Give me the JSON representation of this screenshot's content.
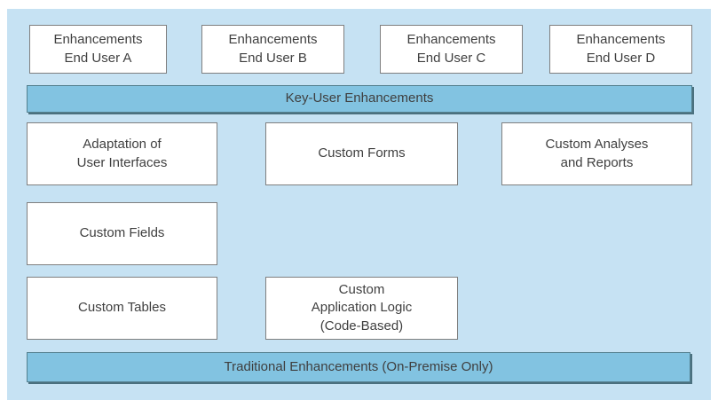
{
  "colors": {
    "page_background": "#ffffff",
    "panel_background": "#c6e2f3",
    "band_fill": "#82c3e1",
    "band_border": "#54808f",
    "band_shadow": "#4a707e",
    "box_fill": "#ffffff",
    "box_border": "#7f7f7f",
    "text": "#3f3f3f"
  },
  "boxes": {
    "end_user_a": "Enhancements\nEnd User A",
    "end_user_b": "Enhancements\nEnd User B",
    "end_user_c": "Enhancements\nEnd User C",
    "end_user_d": "Enhancements\nEnd User D",
    "adaptation": "Adaptation of\nUser Interfaces",
    "custom_forms": "Custom Forms",
    "custom_analyses": "Custom Analyses\nand Reports",
    "custom_fields": "Custom Fields",
    "custom_tables": "Custom Tables",
    "custom_app_logic": "Custom\nApplication Logic\n(Code-Based)"
  },
  "bars": {
    "key_user": "Key-User Enhancements",
    "traditional": "Traditional Enhancements (On-Premise Only)"
  }
}
